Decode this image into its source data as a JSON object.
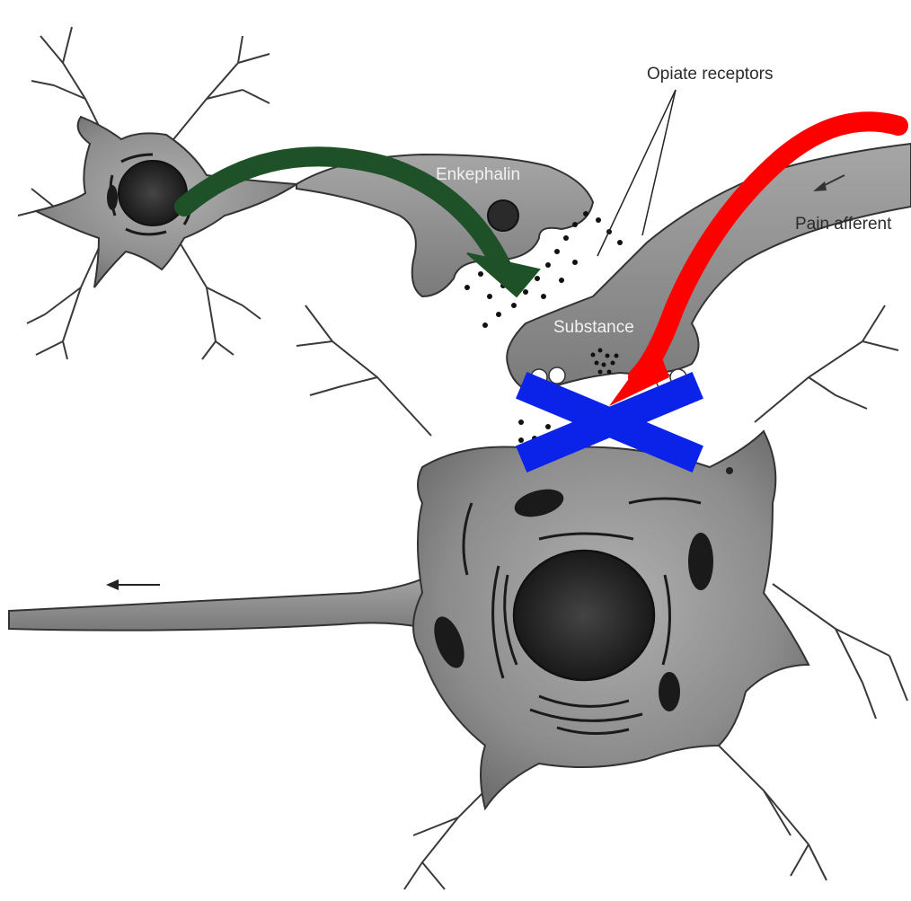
{
  "diagram": {
    "labels": {
      "opiate_receptors": "Opiate receptors",
      "enkephalin": "Enkephalin",
      "pain_afferent": "Pain afferent",
      "substance": "Substance"
    },
    "arrows": {
      "enkephalin_arrow_color": "#1f5128",
      "pain_arrow_color": "#ff0000",
      "block_x_color": "#0b22e8"
    },
    "cell_colors": {
      "body_fill": "#8a8a8a",
      "nucleus_fill": "#2a2a2a",
      "outline": "#333333"
    }
  }
}
